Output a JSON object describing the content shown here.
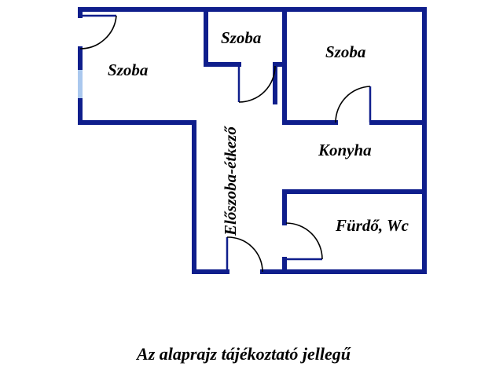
{
  "floor_plan": {
    "rooms": {
      "szoba_left": "Szoba",
      "szoba_small": "Szoba",
      "szoba_right": "Szoba",
      "eloszoba": "Előszoba-étkező",
      "konyha": "Konyha",
      "furdo": "Fürdő, Wc"
    },
    "colors": {
      "wall": "#0f1e8c",
      "window": "#aac8ee",
      "door_arc": "#000000"
    }
  },
  "caption": "Az alaprajz tájékoztató jellegű"
}
